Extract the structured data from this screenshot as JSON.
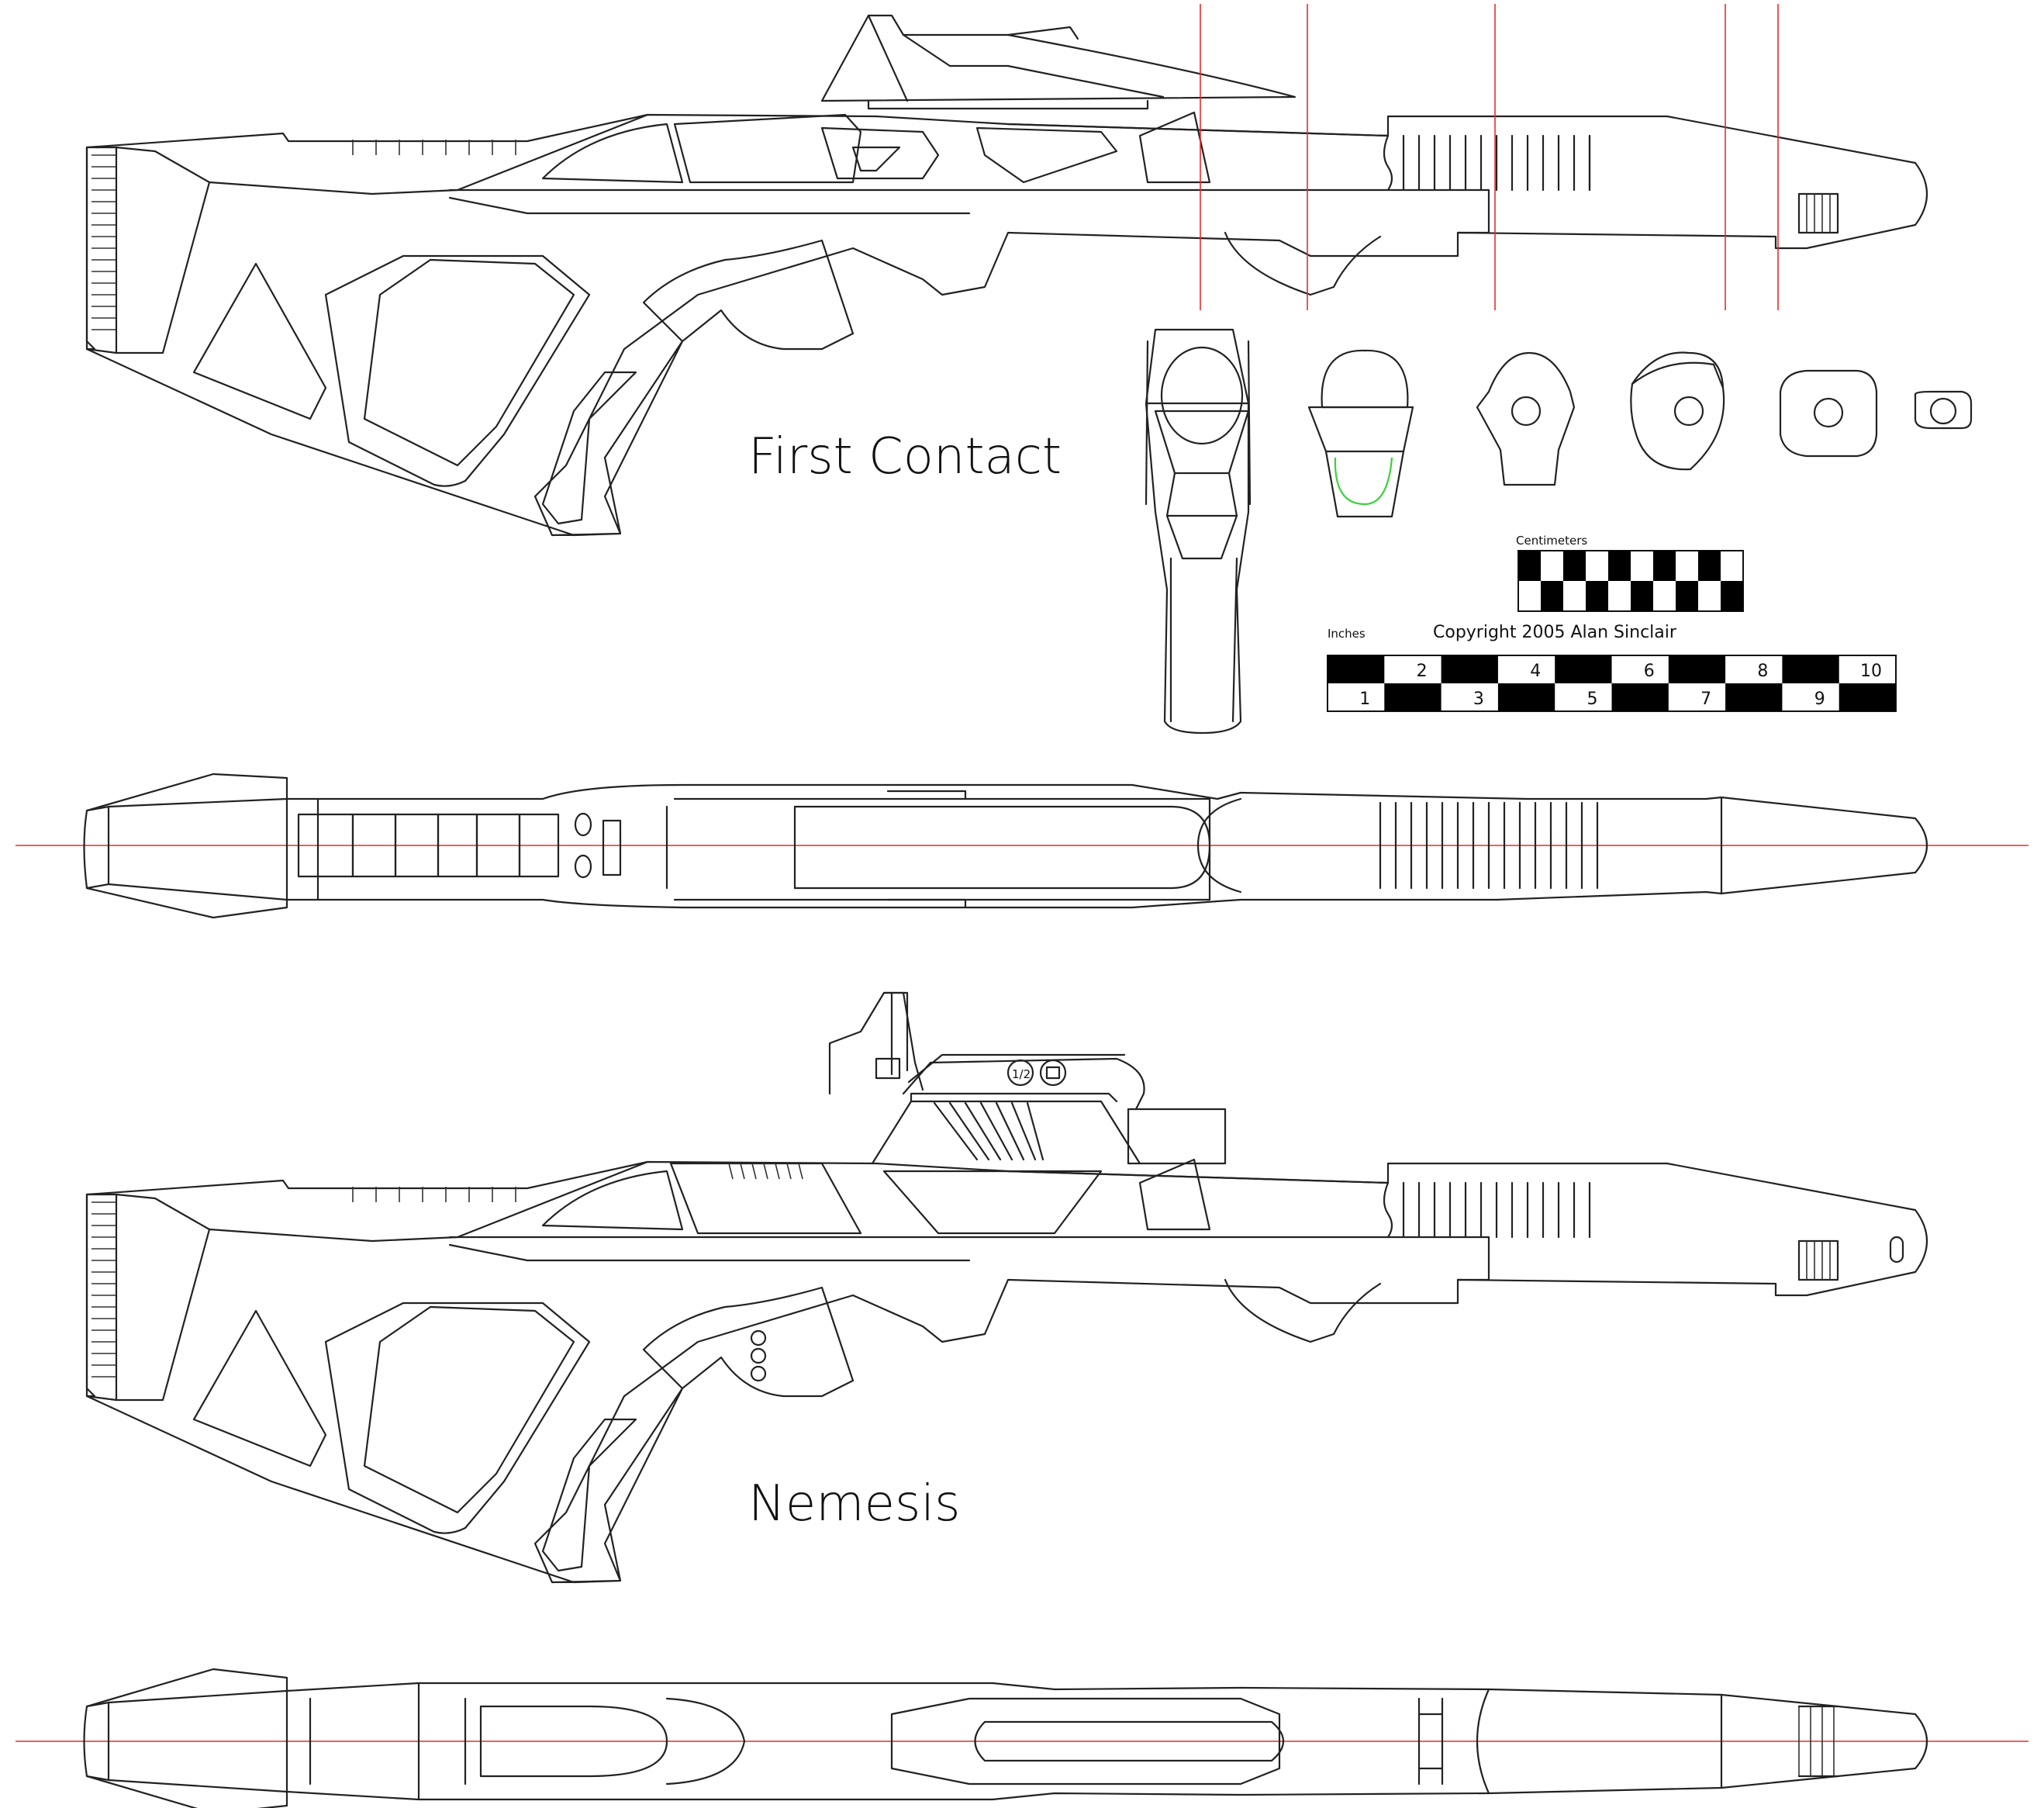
{
  "labels": {
    "first_contact": "First Contact",
    "nemesis": "Nemesis",
    "copyright": "Copyright 2005 Alan Sinclair"
  },
  "scales": {
    "centimeters_label": "Centimeters",
    "inches_label": "Inches",
    "inch_numbers": [
      "1",
      "2",
      "3",
      "4",
      "5",
      "6",
      "7",
      "8",
      "9",
      "10"
    ],
    "nemesis_markings": [
      "1/2",
      ""
    ]
  },
  "colors": {
    "line": "#222222",
    "reference_line": "#e0302a",
    "highlight": "#3ad23a",
    "scale_fill": "#000000",
    "background": "#ffffff"
  }
}
